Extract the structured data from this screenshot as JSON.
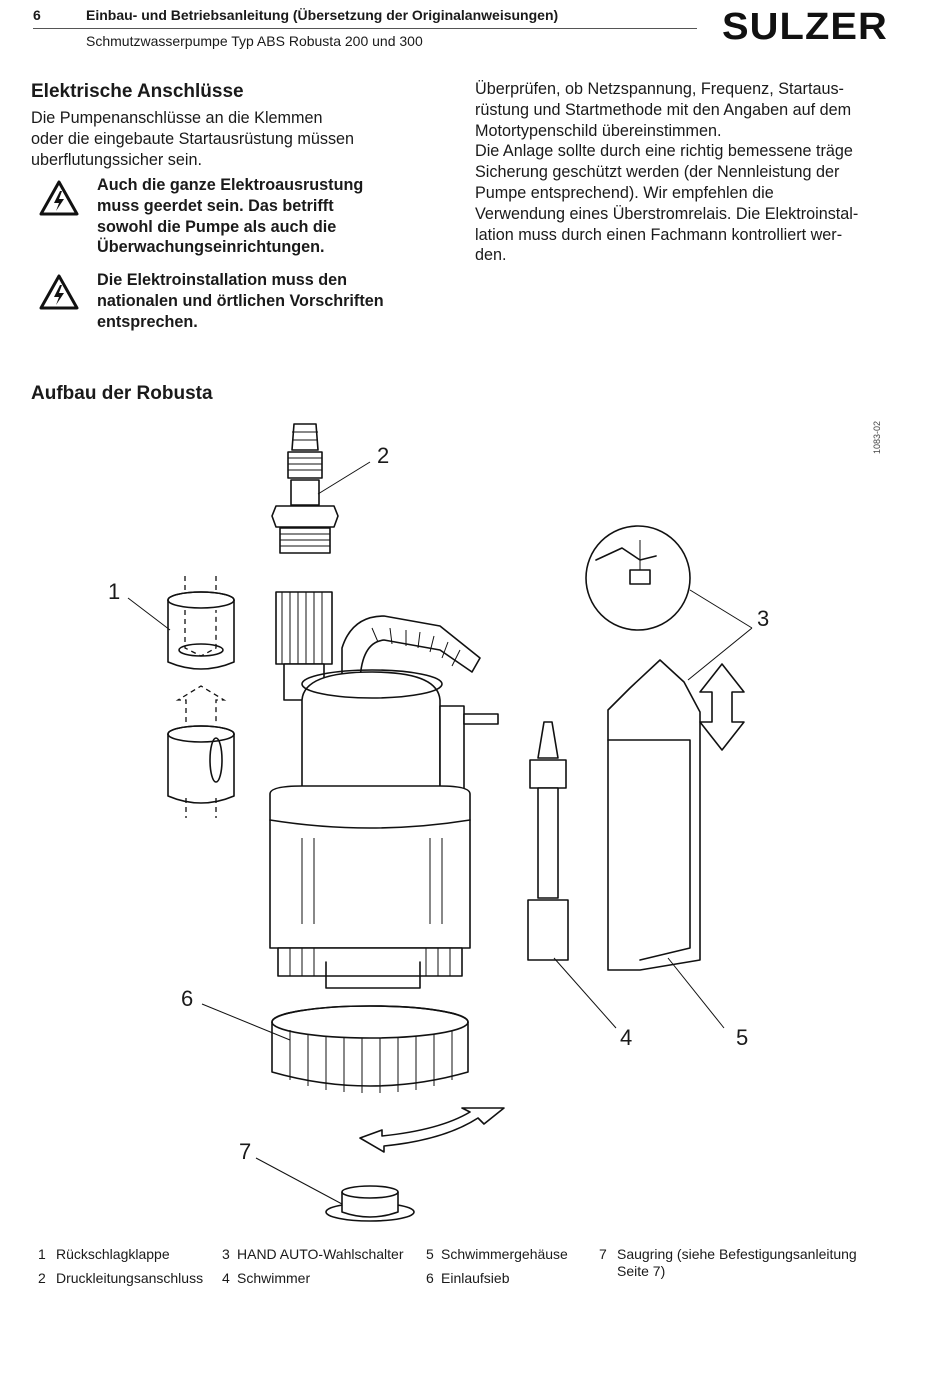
{
  "header": {
    "page_number": "6",
    "title": "Einbau- und Betriebsanleitung (Übersetzung der Originalanweisungen)",
    "subtitle": "Schmutzwasserpumpe Typ ABS Robusta 200 und 300",
    "logo": "SULZER"
  },
  "electrical": {
    "heading": "Elektrische Anschlüsse",
    "intro_lines": [
      "Die Pumpenanschlüsse an die Klemmen",
      "oder die eingebaute Startausrüstung müssen",
      "uberflutungssicher sein."
    ],
    "warning1_lines": [
      "Auch die ganze Elektroausrustung",
      "muss geerdet sein. Das betrifft",
      "sowohl die Pumpe als  auch  die",
      "Überwachungseinrichtungen."
    ],
    "warning2_lines": [
      "Die Elektroinstallation muss den",
      "nationalen und örtlichen Vorschriften",
      "entsprechen."
    ],
    "right_lines": [
      "Überprüfen, ob Netzspannung, Frequenz, Startaus-",
      "rüstung und Startmethode mit den Angaben auf dem",
      "Motortypenschild übereinstimmen.",
      "Die Anlage sollte durch eine richtig bemessene träge",
      "Sicherung geschützt werden (der Nennleistung der",
      "Pumpe entsprechend). Wir empfehlen die",
      "Verwendung eines Überstromrelais. Die Elektroinstal-",
      "lation muss durch einen Fachmann kontrolliert wer-",
      "den."
    ],
    "warning_icon": "electrical-hazard-icon"
  },
  "construction": {
    "heading": "Aufbau der Robusta",
    "figure_id": "1083-02",
    "callouts": [
      "1",
      "2",
      "3",
      "4",
      "5",
      "6",
      "7"
    ],
    "legend": [
      {
        "num": "1",
        "label": "Rückschlagklappe"
      },
      {
        "num": "2",
        "label": "Druckleitungsanschluss"
      },
      {
        "num": "3",
        "label": "HAND AUTO-Wahlschalter"
      },
      {
        "num": "4",
        "label": "Schwimmer"
      },
      {
        "num": "5",
        "label": "Schwimmergehäuse"
      },
      {
        "num": "6",
        "label": "Einlaufsieb"
      },
      {
        "num": "7",
        "label": "Saugring (siehe Befestigungsanleitung",
        "label2": "Seite 7)"
      }
    ]
  }
}
